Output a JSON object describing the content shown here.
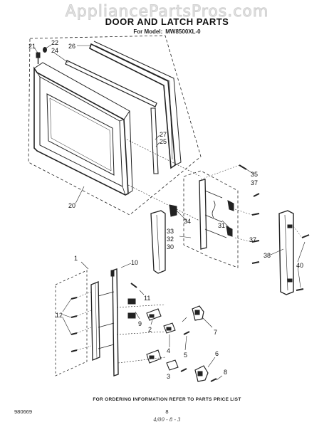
{
  "watermark": "AppliancePartsPros.com",
  "title": "DOOR AND LATCH PARTS",
  "model_prefix": "For Model:",
  "model_number": "MW8500XL-0",
  "callouts": {
    "c21": "21",
    "c22": "22",
    "c24": "24",
    "c26": "26",
    "c27": "27",
    "c25": "25",
    "c20": "20",
    "c35": "35",
    "c37a": "37",
    "c34": "34",
    "c33": "33",
    "c32": "32",
    "c30": "30",
    "c31": "31",
    "c37b": "37",
    "c38": "38",
    "c40": "40",
    "c1": "1",
    "c10": "10",
    "c11": "11",
    "c12": "12",
    "c9": "9",
    "c2": "2",
    "c7": "7",
    "c4": "4",
    "c5": "5",
    "c3": "3",
    "c6": "6",
    "c8": "8"
  },
  "footer_note": "FOR ORDERING INFORMATION REFER TO PARTS PRICE LIST",
  "doc_number": "980669",
  "page_number": "8",
  "revision": "4/00 - 8 - 3"
}
